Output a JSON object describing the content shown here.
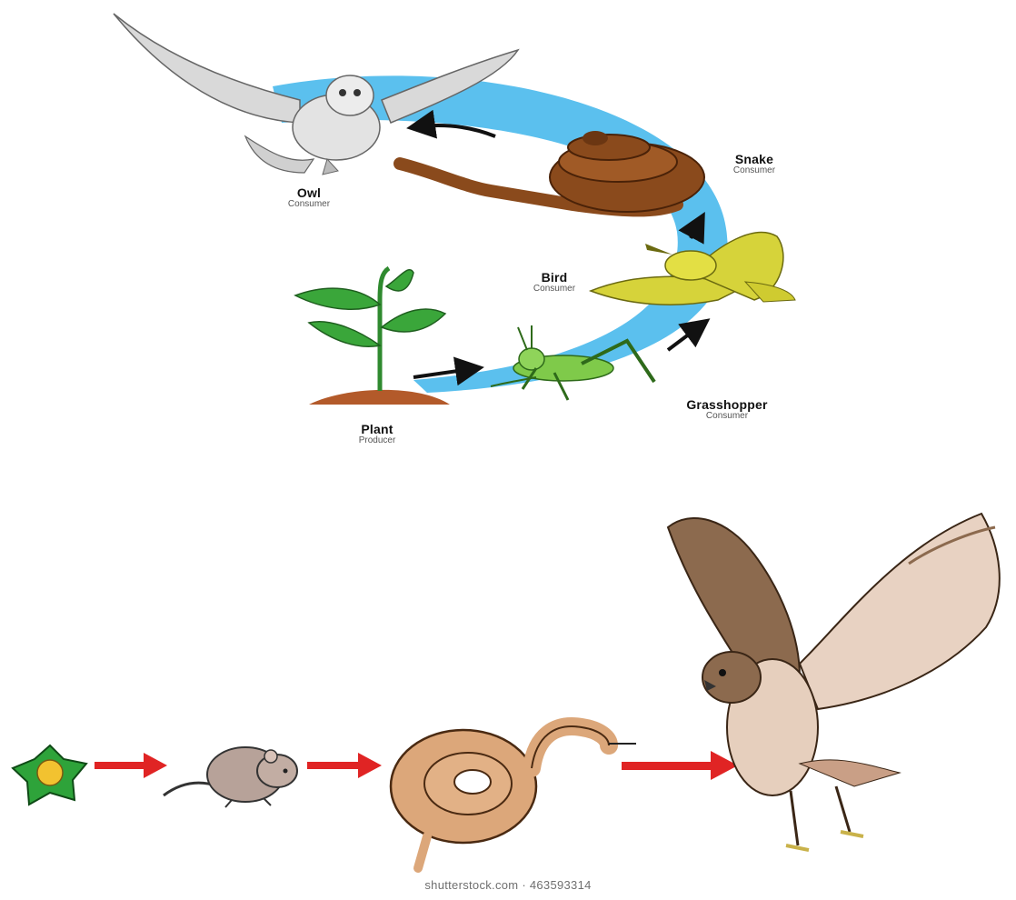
{
  "cycle": {
    "accent": "#5bc0ee",
    "organisms": [
      {
        "name": "Owl",
        "role": "Consumer",
        "icon": "owl-icon"
      },
      {
        "name": "Snake",
        "role": "Consumer",
        "icon": "snake-icon"
      },
      {
        "name": "Bird",
        "role": "Consumer",
        "icon": "bird-icon"
      },
      {
        "name": "Plant",
        "role": "Producer",
        "icon": "plant-icon"
      },
      {
        "name": "Grasshopper",
        "role": "Consumer",
        "icon": "grasshopper-icon"
      }
    ]
  },
  "chain": {
    "arrow_color": "#e02424",
    "items": [
      {
        "icon": "flower-icon"
      },
      {
        "icon": "mouse-icon"
      },
      {
        "icon": "snake-icon"
      },
      {
        "icon": "hawk-icon"
      }
    ]
  },
  "watermark": "shutterstock.com · 463593314"
}
